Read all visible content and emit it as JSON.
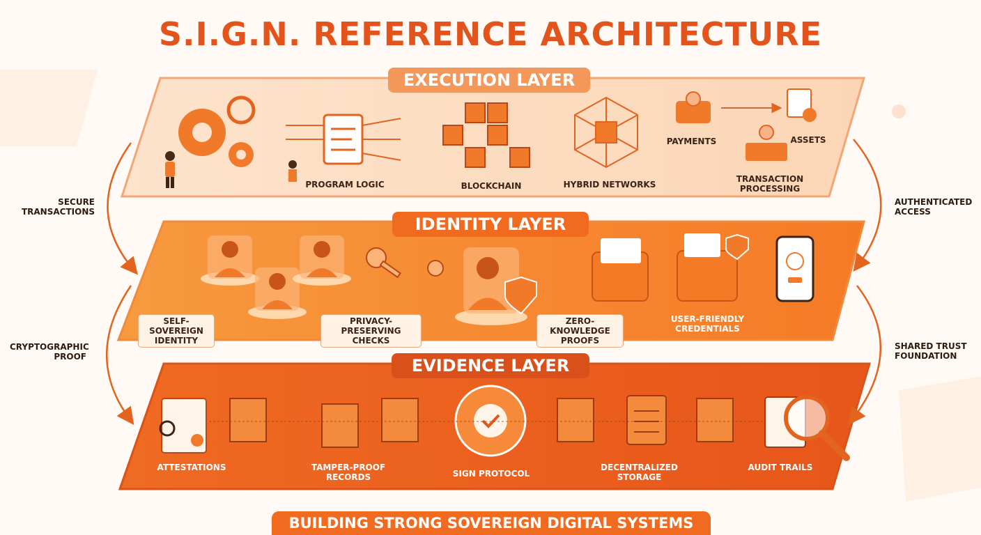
{
  "title": "S.I.G.N. REFERENCE ARCHITECTURE",
  "layers": {
    "execution": {
      "header": "EXECUTION LAYER",
      "labels": {
        "program_logic": "PROGRAM LOGIC",
        "blockchain": "BLOCKCHAIN",
        "hybrid_networks": "HYBRID NETWORKS",
        "payments": "PAYMENTS",
        "assets": "ASSETS",
        "transaction_processing": "TRANSACTION\nPROCESSING"
      }
    },
    "identity": {
      "header": "IDENTITY LAYER",
      "labels": {
        "self_sovereign": "SELF-SOVEREIGN\nIDENTITY",
        "privacy_checks": "PRIVACY-PRESERVING\nCHECKS",
        "zero_knowledge": "ZERO-KNOWLEDGE\nPROOFS",
        "credentials": "USER-FRIENDLY\nCREDENTIALS"
      }
    },
    "evidence": {
      "header": "EVIDENCE LAYER",
      "labels": {
        "attestations": "ATTESTATIONS",
        "tamper_proof": "TAMPER-PROOF\nRECORDS",
        "sign_protocol": "SIGN PROTOCOL",
        "decentralized_storage": "DECENTRALIZED\nSTORAGE",
        "audit_trails": "AUDIT TRAILS"
      }
    }
  },
  "side_labels": {
    "secure_transactions": "SECURE\nTRANSACTIONS",
    "cryptographic_proof": "CRYPTOGRAPHIC\nPROOF",
    "authenticated_access": "AUTHENTICATED\nACCESS",
    "shared_trust": "SHARED TRUST\nFOUNDATION"
  },
  "footer": "BUILDING STRONG SOVEREIGN DIGITAL SYSTEMS",
  "colors": {
    "accent": "#e2541b",
    "execution_fill": "#fde1c8",
    "identity_fill": "#f7892f",
    "evidence_fill": "#ec5f1c"
  }
}
